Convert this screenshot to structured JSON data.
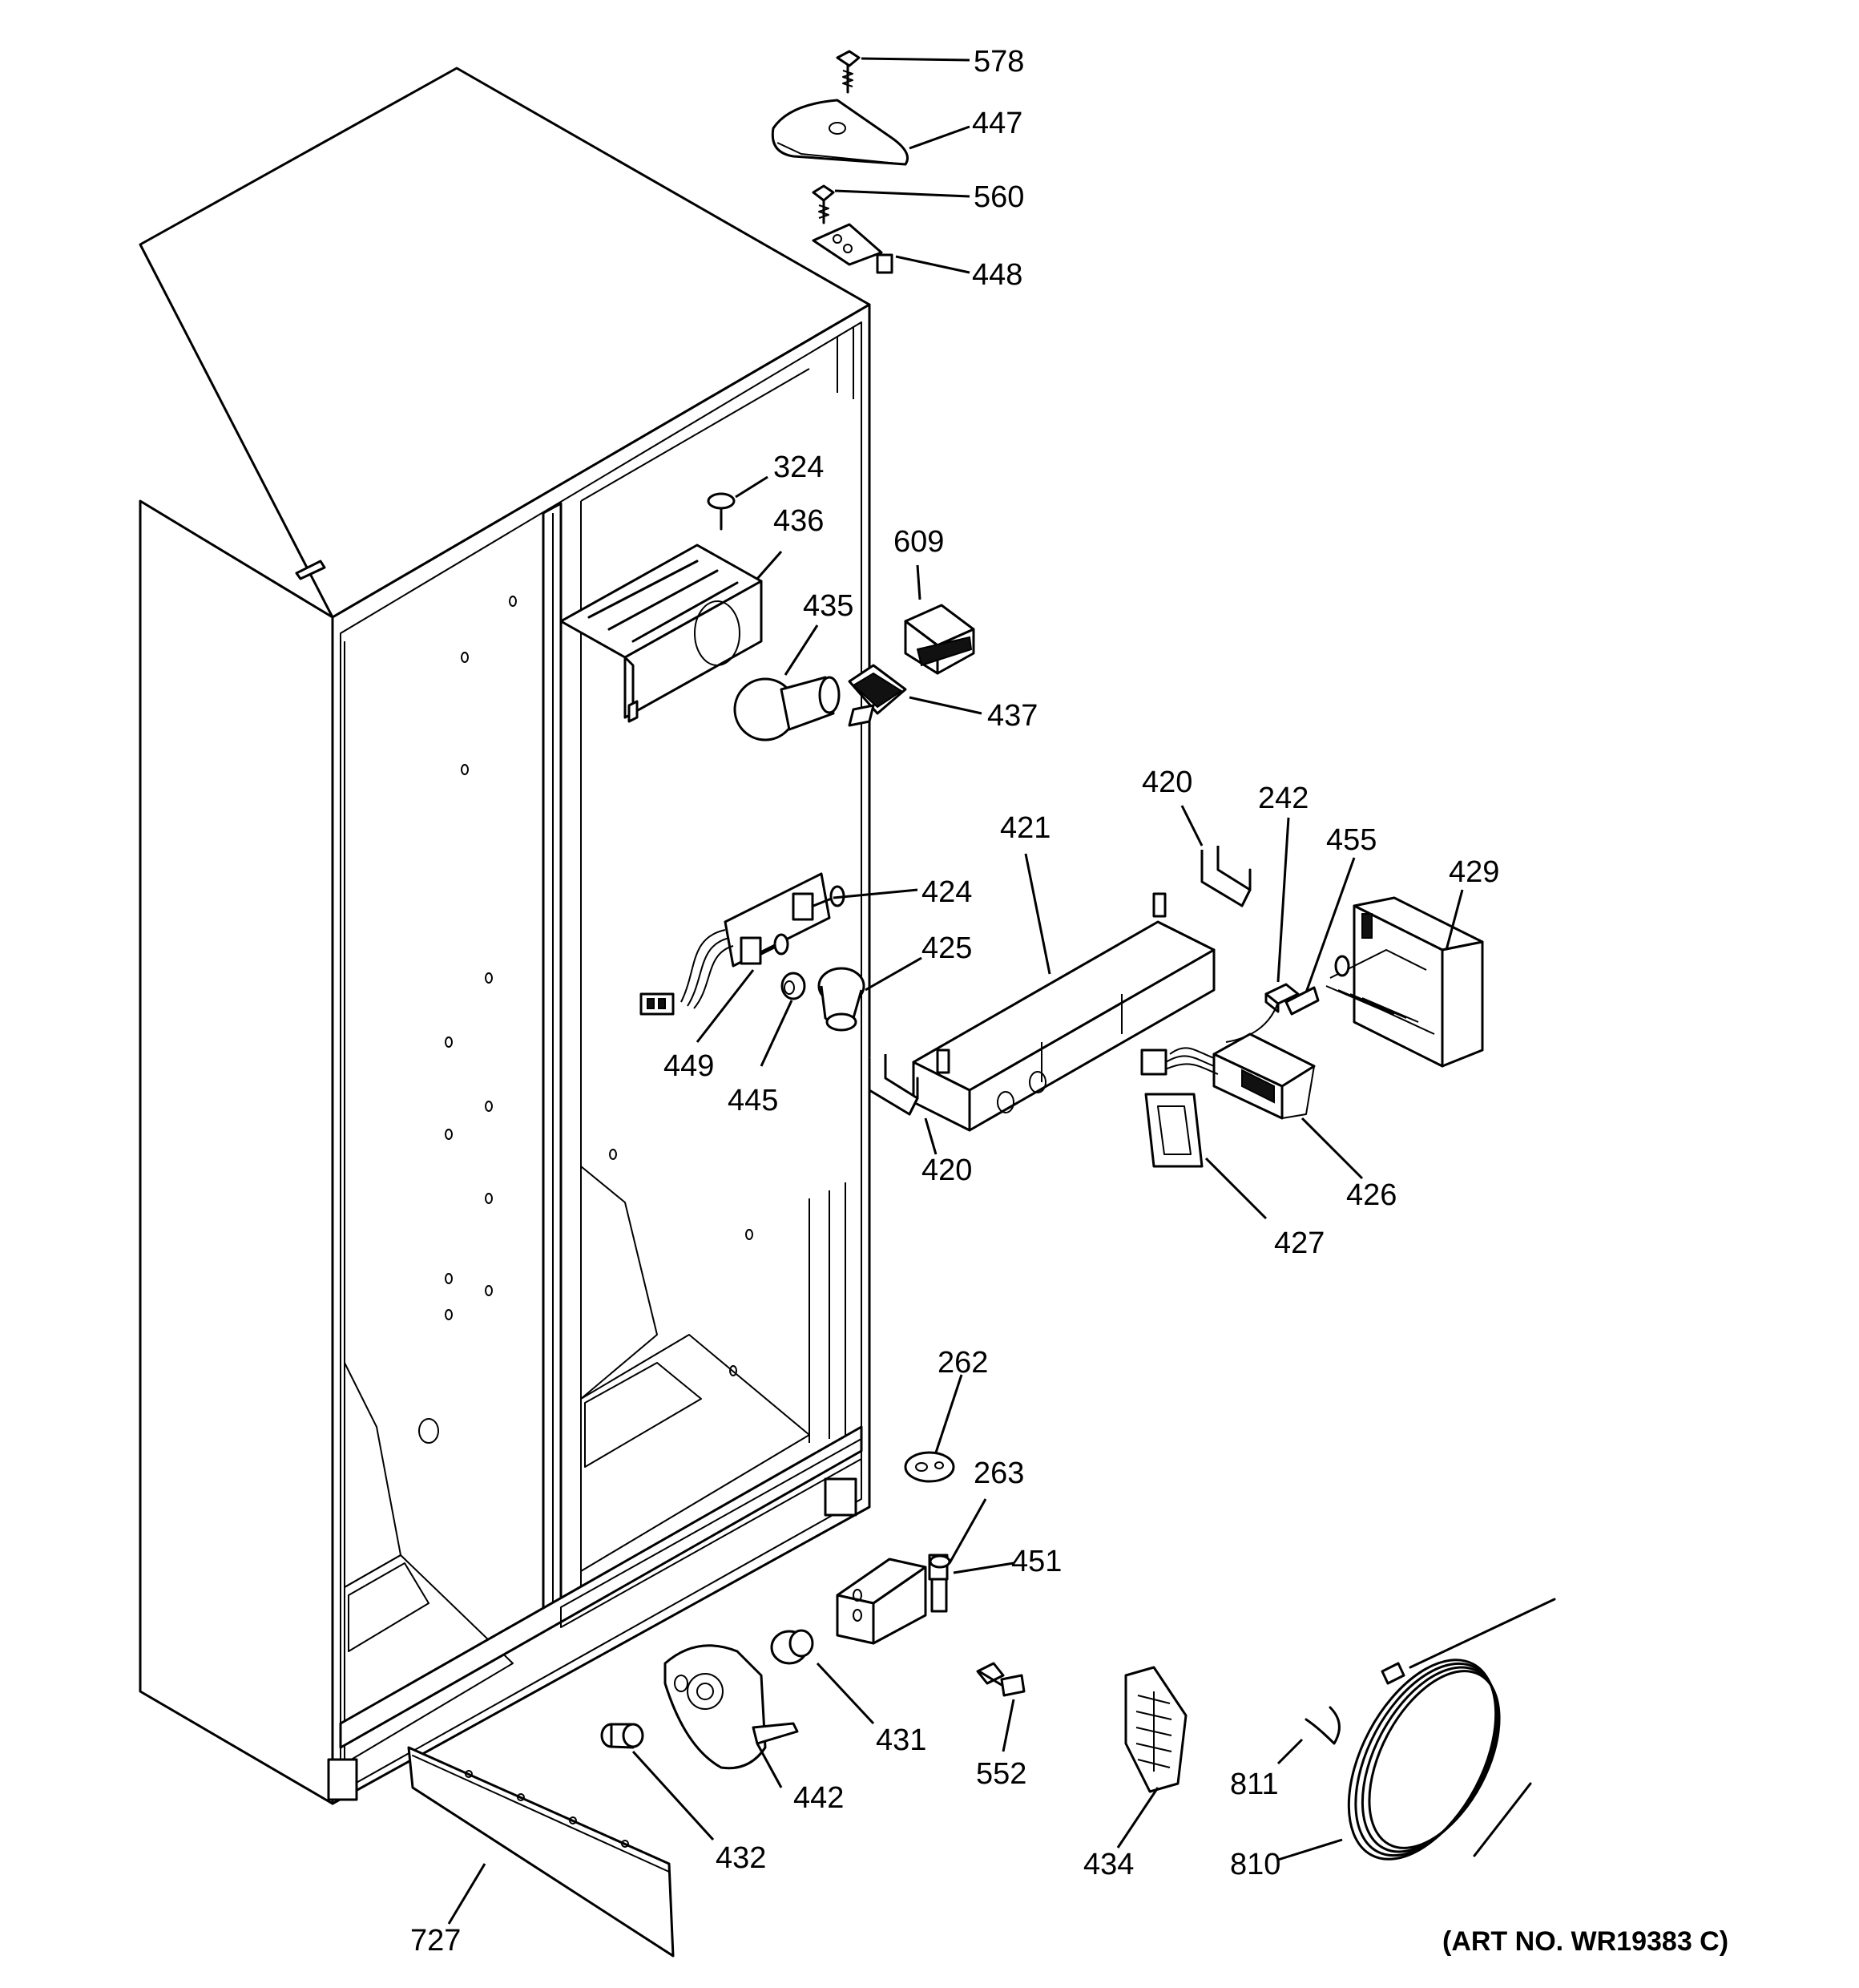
{
  "diagram": {
    "callouts": {
      "c578": "578",
      "c447": "447",
      "c560": "560",
      "c448": "448",
      "c324": "324",
      "c436": "436",
      "c609": "609",
      "c435": "435",
      "c437": "437",
      "c420a": "420",
      "c242": "242",
      "c455": "455",
      "c421": "421",
      "c429": "429",
      "c424": "424",
      "c425": "425",
      "c449": "449",
      "c445": "445",
      "c420b": "420",
      "c426": "426",
      "c427": "427",
      "c262": "262",
      "c263": "263",
      "c451": "451",
      "c431": "431",
      "c442": "442",
      "c432": "432",
      "c552": "552",
      "c434": "434",
      "c811": "811",
      "c810": "810",
      "c727": "727"
    },
    "art_number": "(ART NO. WR19383 C)"
  }
}
